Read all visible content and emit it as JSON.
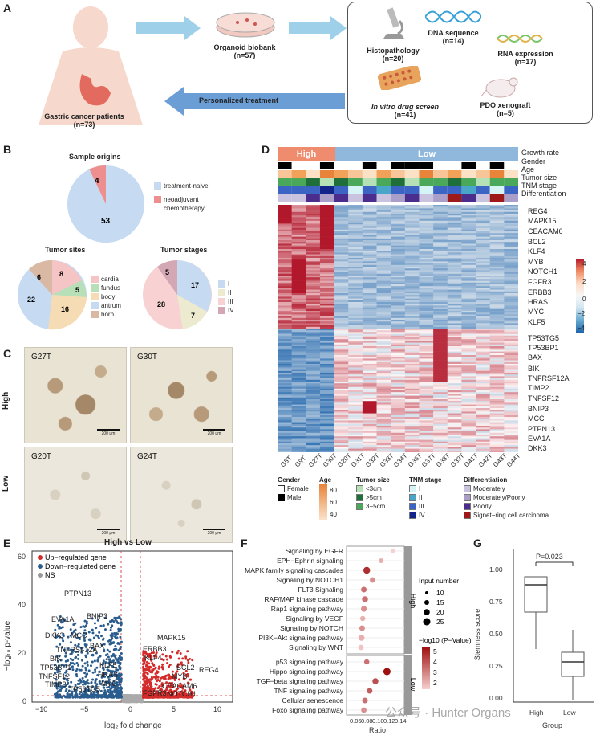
{
  "panelA": {
    "label": "A",
    "patients": "Gastric cancer patients",
    "patients_n": "(n=73)",
    "biobank": "Organoid biobank",
    "biobank_n": "(n=57)",
    "personalized": "Personalized treatment",
    "histopathology": "Histopathology",
    "histopathology_n": "(n=20)",
    "dna": "DNA sequence",
    "dna_n": "(n=14)",
    "rna": "RNA expression",
    "rna_n": "(n=17)",
    "drug_screen": "In vitro drug screen",
    "drug_screen_n": "(n=41)",
    "xenograft": "PDO xenograft",
    "xenograft_n": "(n=5)"
  },
  "panelB": {
    "label": "B",
    "origins_title": "Sample origins",
    "origins_values": [
      "4",
      "53"
    ],
    "origins_legend": [
      "treatment-naive",
      "neoadjuvant",
      "chemotherapy"
    ],
    "sites_title": "Tumor sites",
    "sites_values": [
      "6",
      "8",
      "5",
      "22",
      "16"
    ],
    "sites_legend": [
      "cardia",
      "fundus",
      "body",
      "antrum",
      "horn"
    ],
    "stages_title": "Tumor stages",
    "stages_values": [
      "5",
      "17",
      "7",
      "28"
    ],
    "stages_legend": [
      "I",
      "II",
      "III",
      "IV"
    ]
  },
  "panelC": {
    "label": "C",
    "row_high": "High",
    "row_low": "Low",
    "photos": [
      "G27T",
      "G30T",
      "G20T",
      "G24T"
    ],
    "scale": "200 μm"
  },
  "panelD": {
    "label": "D",
    "group_high": "High",
    "group_low": "Low",
    "tracks": [
      "Growth rate",
      "Gender",
      "Age",
      "Tumor size",
      "TNM stage",
      "Differentiation"
    ],
    "genes": [
      "REG4",
      "MAPK15",
      "CEACAM6",
      "BCL2",
      "KLF4",
      "MYB",
      "NOTCH1",
      "FGFR3",
      "ERBB3",
      "HRAS",
      "MYC",
      "KLF5",
      "TP53TG5",
      "TP53BP1",
      "BAX",
      "BIK",
      "TNFRSF12A",
      "TIMP2",
      "TNFSF12",
      "BNIP3",
      "MCC",
      "PTPN13",
      "EVA1A",
      "DKK3"
    ],
    "samples": [
      "G5T",
      "G9T",
      "G27T",
      "G30T",
      "G20T",
      "G31T",
      "G32T",
      "G33T",
      "G34T",
      "G36T",
      "G37T",
      "G38T",
      "G39T",
      "G41T",
      "G42T",
      "G43T",
      "G44T"
    ],
    "scale_ticks": [
      "4",
      "2",
      "0",
      "−2",
      "−4"
    ],
    "leg_gender_title": "Gender",
    "leg_gender": [
      "Female",
      "Male"
    ],
    "leg_age_title": "Age",
    "leg_age": [
      "80",
      "60",
      "40"
    ],
    "leg_size_title": "Tumor size",
    "leg_size": [
      "<3cm",
      ">5cm",
      "3−5cm"
    ],
    "leg_tnm_title": "TNM stage",
    "leg_tnm": [
      "I",
      "II",
      "III",
      "IV"
    ],
    "leg_diff_title": "Differentiation",
    "leg_diff": [
      "Moderately",
      "Moderately/Poorly",
      "Poorly",
      "Signet−ring cell carcinoma"
    ],
    "colors": {
      "high": "#f08c6e",
      "low": "#8fb8dc",
      "red": "#c0282d",
      "blue": "#3a5fa0"
    }
  },
  "panelE": {
    "label": "E",
    "title": "High vs Low",
    "ylabel": "−log₁₀ p-value",
    "xlabel": "log₂ fold change",
    "legend": [
      "Up−regulated gene",
      "Down−regulated gene",
      "NS"
    ],
    "yticks": [
      "60",
      "40",
      "20",
      "0"
    ],
    "xticks": [
      "−10",
      "−5",
      "0",
      "5",
      "10"
    ],
    "labels": [
      "PTPN13",
      "EVA1A",
      "BNIP3",
      "DKK3",
      "MCC",
      "TNFRSF12A",
      "BAX",
      "BIK",
      "TP53BP1",
      "TNFSF12",
      "TIMP2",
      "TP53TG5",
      "KLF5",
      "HRAS",
      "MYC",
      "ERBB3",
      "KLF4",
      "MAPK15",
      "BCL2",
      "MYB",
      "CEACAM6",
      "REG4",
      "FGFR3",
      "NOTCH1"
    ]
  },
  "panelF": {
    "label": "F",
    "high_label": "High",
    "low_label": "Low",
    "pathways_high": [
      "Signaling by EGFR",
      "EPH−Ephrin signaling",
      "MAPK family signaling cascades",
      "Signaling by NOTCH1",
      "FLT3 Signaling",
      "RAF/MAP kinase cascade",
      "Rap1 signaling pathway",
      "Signaling by VEGF",
      "Signaling by NOTCH",
      "PI3K−Akt signaling pathway",
      "Signaling by WNT"
    ],
    "pathways_low": [
      "p53 signaling pathway",
      "Hippo signaling pathway",
      "TGF−beta signaling pathway",
      "TNF signaling pathway",
      "Cellular senescence",
      "Foxo signaling pathway"
    ],
    "xlabel": "Ratio",
    "xticks": [
      "0.06",
      "0.08",
      "0.10",
      "0.12",
      "0.14"
    ],
    "size_title": "Input number",
    "size_values": [
      "10",
      "15",
      "20",
      "25"
    ],
    "color_title": "−log10 (P−Value)",
    "color_values": [
      "5",
      "4",
      "3",
      "2"
    ]
  },
  "panelG": {
    "label": "G",
    "pvalue": "P=0.023",
    "ylabel": "Stemness score",
    "xlabel": "Group",
    "categories": [
      "High",
      "Low"
    ],
    "yticks": [
      "1.00",
      "0.75",
      "0.50",
      "0.25",
      "0.00"
    ]
  },
  "watermark": "公众号 · Hunter Organs"
}
